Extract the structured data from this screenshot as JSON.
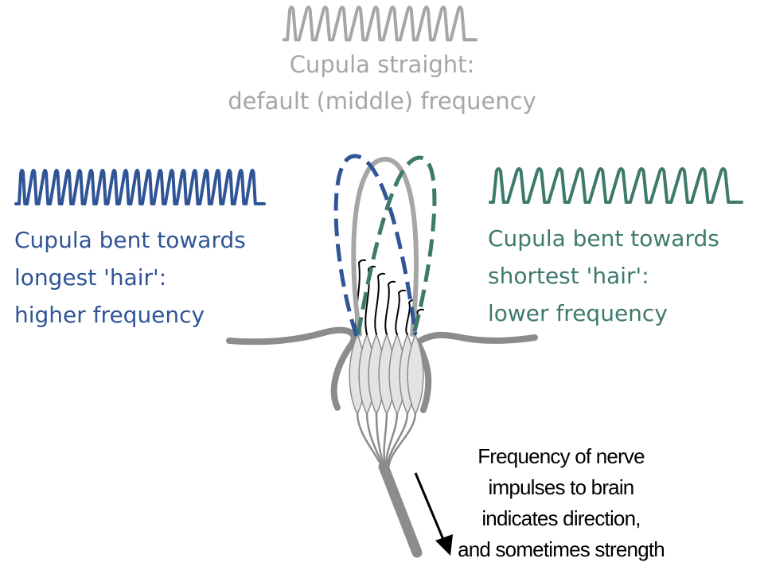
{
  "colors": {
    "default": "#a6a6a6",
    "higher": "#2f5597",
    "lower": "#3d7a6c",
    "tissue": "#8c8c8c",
    "cell_fill": "#e3e3e3",
    "text_dark": "#000000"
  },
  "waves": {
    "default_cycles": 11,
    "higher_cycles": 21,
    "lower_cycles": 12
  },
  "labels": {
    "straight": {
      "line1": "Cupula straight:",
      "line2": "default (middle) frequency"
    },
    "left": {
      "line1": "Cupula bent towards",
      "line2": "longest 'hair':",
      "line3": "higher frequency"
    },
    "right": {
      "line1": "Cupula bent towards",
      "line2": "shortest 'hair':",
      "line3": "lower frequency"
    },
    "nerve": {
      "line1": "Frequency of nerve",
      "line2": "impulses to brain",
      "line3": "indicates direction,",
      "line4": "and sometimes strength"
    }
  }
}
